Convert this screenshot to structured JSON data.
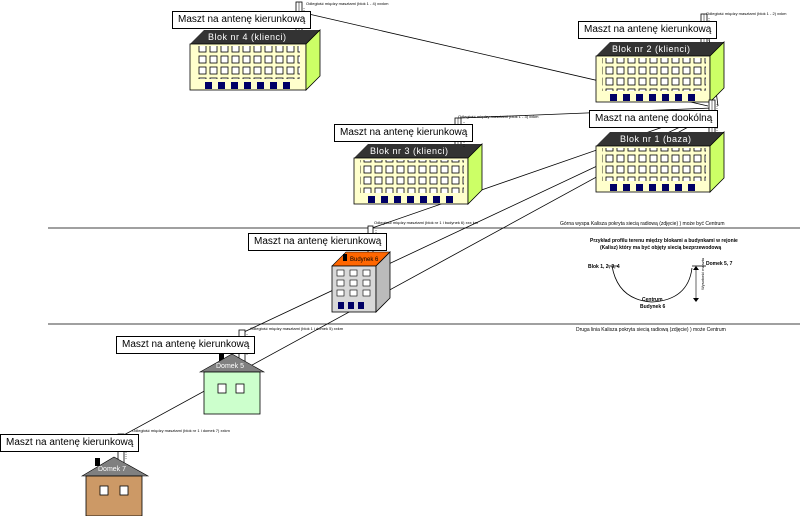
{
  "labels": {
    "mast_directional": "Maszt na antenę kierunkową",
    "mast_omni": "Maszt na antenę dookólną"
  },
  "blocks": {
    "b4": "Blok nr 4 (klienci)",
    "b2": "Blok nr 2 (klienci)",
    "b3": "Blok nr 3 (klienci)",
    "b1": "Blok nr 1 (baza)",
    "b6": "Budynek 6"
  },
  "houses": {
    "h5": "Domek 5",
    "h7": "Domek 7"
  },
  "distances": {
    "d4": "Odległość między masztami (blok 1 - 4) xxxkm",
    "d2": "Odległość między masztami (blok 1 - 2) xxkm",
    "d3": "Odległość między masztami (blok 1 - 3) xxkm",
    "d6": "Odległość między masztami (blok nr 1 i budynek 6) xxx km",
    "d5": "Odległość między masztami (blok 1 i domek 5) xxkm",
    "d7": "Odległość między masztami (blok nr 1 i domek 7) xxkm"
  },
  "notes": {
    "upper_line": "Górna wyspa Kalisza pokryta siecią radiową (zdjęcie)            ) może być Centrum",
    "lower_line": "Druga linia Kalisza pokryta siecią radiową (zdjęcie)          ) może Centrum",
    "profile_title_1": "Przykład profilu terenu między blokami a budynkami w rejonie",
    "profile_title_2": "(Kalisz) który ma być objęty siecią bezprzewodową",
    "profile_left": "Blok 1, 2, 3, 4",
    "profile_right": "Domek 5, 7",
    "profile_center": "Centrum",
    "profile_bottom": "Budynek 6",
    "profile_vert": "Wysokość masztu"
  },
  "colors": {
    "block_front": "#ffffcc",
    "block_side": "#ccff66",
    "roof": "#333333",
    "house5_wall": "#ccffcc",
    "house7_wall": "#cc9966",
    "house_roof": "#808080",
    "b6_wall": "#d8d8d8",
    "b6_roof": "#ff6600",
    "window_dark": "#000066"
  }
}
